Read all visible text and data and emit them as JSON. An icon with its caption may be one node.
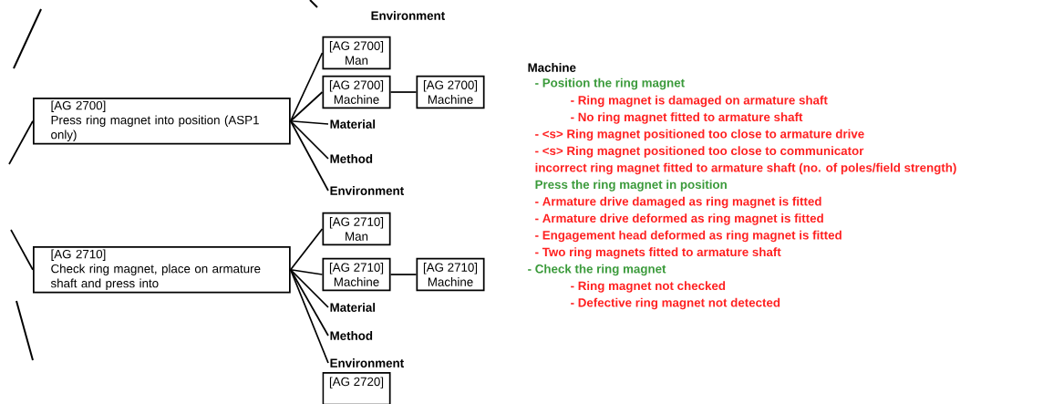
{
  "diagram": {
    "nodes": [
      {
        "text": [
          "[AG 2700]",
          "Press ring magnet into position (ASP1 only)"
        ]
      },
      {
        "text": [
          "[AG 2700]",
          "Man"
        ]
      },
      {
        "text": [
          "[AG 2700]",
          "Machine"
        ]
      },
      {
        "text": [
          "[AG 2700]",
          "Machine"
        ]
      },
      {
        "text": [
          "Material"
        ]
      },
      {
        "text": [
          "Method"
        ]
      },
      {
        "text": [
          "Environment"
        ]
      },
      {
        "text": [
          "[AG 2710]",
          "Check ring magnet, place on armature shaft and press into"
        ]
      },
      {
        "text": [
          "[AG 2710]",
          "Man"
        ]
      },
      {
        "text": [
          "[AG 2710]",
          "Machine"
        ]
      },
      {
        "text": [
          "[AG 2710]",
          "Machine"
        ]
      },
      {
        "text": [
          "Material"
        ]
      },
      {
        "text": [
          "Method"
        ]
      },
      {
        "text": [
          "Environment"
        ]
      },
      {
        "text": [
          "[AG 2720]"
        ]
      }
    ],
    "edges": [
      {
        "from": null,
        "to": 0,
        "arrow": "none"
      },
      {
        "from": 0,
        "to": 1,
        "arrow": "none"
      },
      {
        "from": 0,
        "to": 2,
        "arrow": "none"
      },
      {
        "from": 0,
        "to": 4,
        "arrow": "none"
      },
      {
        "from": 0,
        "to": 5,
        "arrow": "none"
      },
      {
        "from": 0,
        "to": 6,
        "arrow": "none"
      },
      {
        "from": 2,
        "to": 3,
        "arrow": "none"
      },
      {
        "from": null,
        "to": 7,
        "arrow": "none"
      },
      {
        "from": 7,
        "to": 8,
        "arrow": "none"
      },
      {
        "from": 7,
        "to": 9,
        "arrow": "none"
      },
      {
        "from": 7,
        "to": 11,
        "arrow": "none"
      },
      {
        "from": 7,
        "to": 12,
        "arrow": "none"
      },
      {
        "from": 7,
        "to": 13,
        "arrow": "none"
      },
      {
        "from": 9,
        "to": 10,
        "arrow": "none"
      }
    ],
    "labels": [
      "Environment",
      "Machine",
      "- Position the ring magnet",
      "- Ring magnet is damaged on armature shaft",
      "- No ring magnet fitted to armature shaft",
      "- <s> Ring magnet positioned too close to armature drive",
      "- <s> Ring magnet positioned too close to communicator",
      "incorrect ring magnet fitted to armature shaft (no. of poles/field strength)",
      "Press the ring magnet in position",
      "- Armature drive damaged as ring magnet is fitted",
      "- Armature drive deformed as ring magnet is fitted",
      "- Engagement head deformed as ring magnet is fitted",
      "- Two ring magnets fitted to armature shaft",
      "- Check the ring magnet",
      "- Ring magnet not checked",
      "- Defective ring magnet not detected"
    ]
  }
}
